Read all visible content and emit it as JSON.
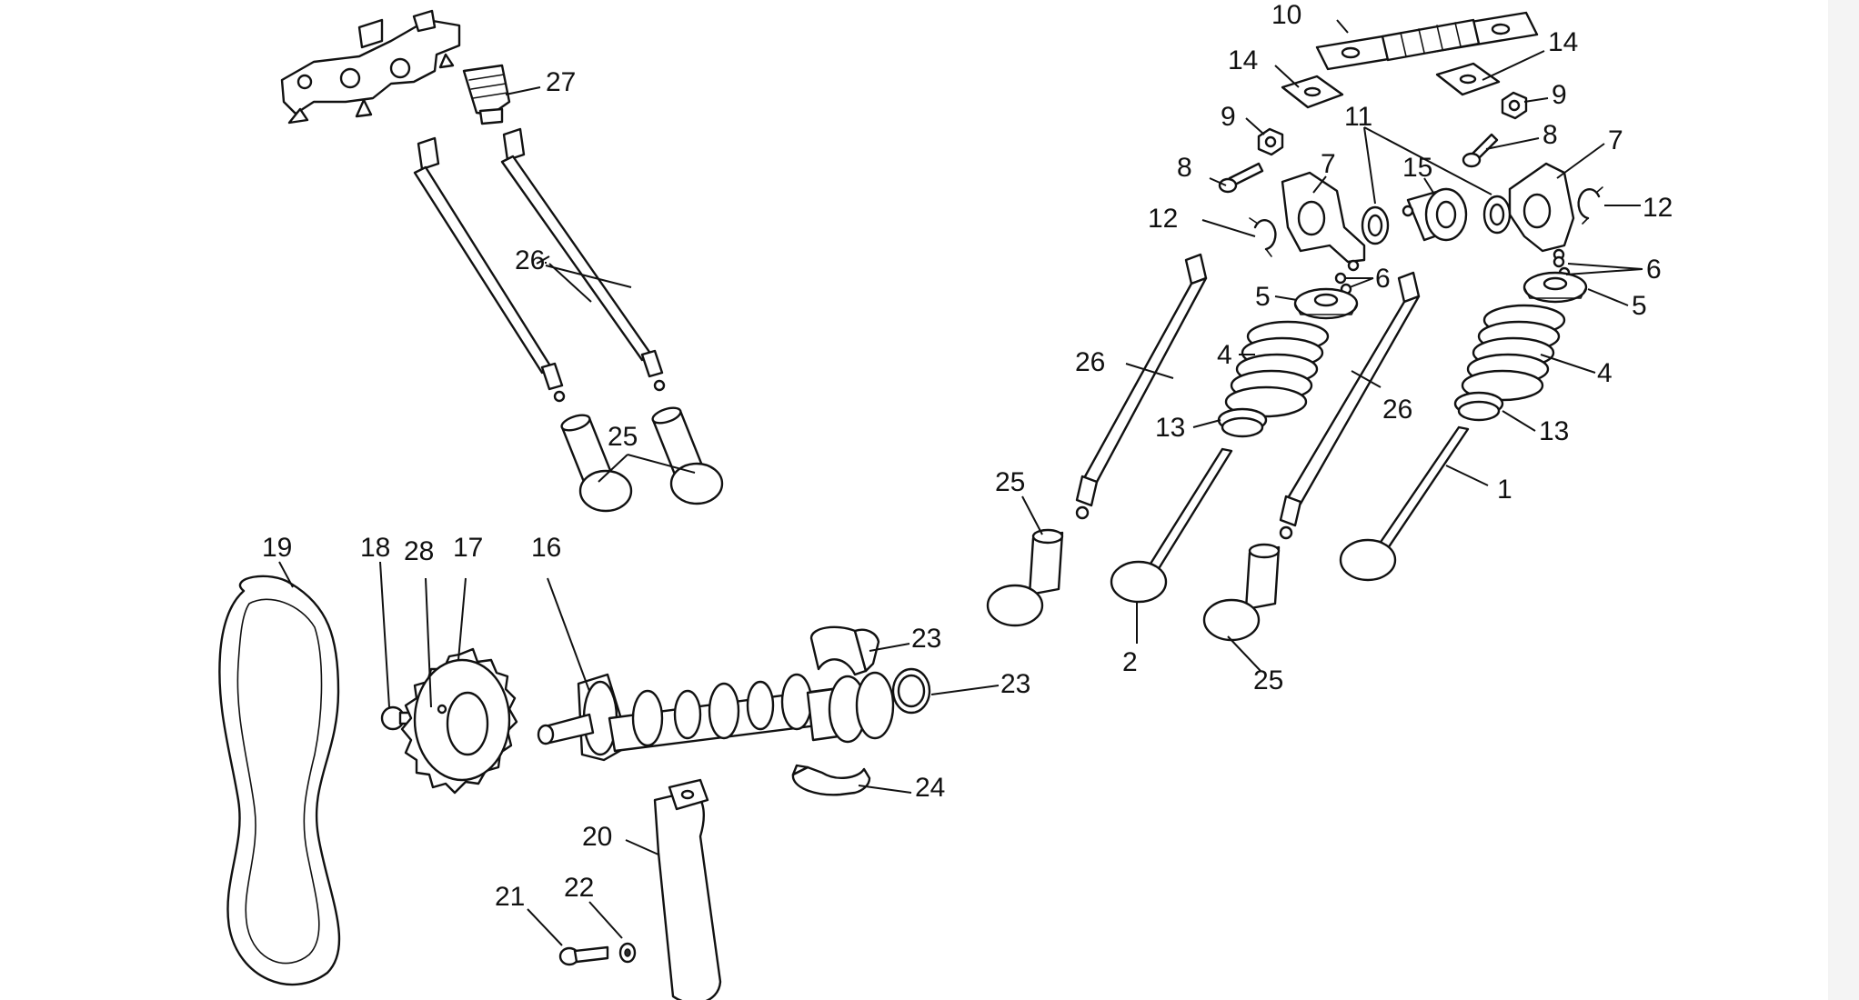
{
  "callouts": [
    {
      "id": "c10a",
      "text": "10"
    },
    {
      "id": "c14a",
      "text": "14"
    },
    {
      "id": "c14b",
      "text": "14"
    },
    {
      "id": "c9a",
      "text": "9"
    },
    {
      "id": "c9b",
      "text": "9"
    },
    {
      "id": "c8a",
      "text": "8"
    },
    {
      "id": "c8b",
      "text": "8"
    },
    {
      "id": "c11a",
      "text": "11"
    },
    {
      "id": "c7a",
      "text": "7"
    },
    {
      "id": "c7b",
      "text": "7"
    },
    {
      "id": "c15a",
      "text": "15"
    },
    {
      "id": "c12a",
      "text": "12"
    },
    {
      "id": "c12b",
      "text": "12"
    },
    {
      "id": "c6a",
      "text": "6"
    },
    {
      "id": "c6b",
      "text": "6"
    },
    {
      "id": "c5a",
      "text": "5"
    },
    {
      "id": "c5b",
      "text": "5"
    },
    {
      "id": "c4a",
      "text": "4"
    },
    {
      "id": "c4b",
      "text": "4"
    },
    {
      "id": "c26a",
      "text": "26"
    },
    {
      "id": "c26b",
      "text": "26"
    },
    {
      "id": "c26c",
      "text": "26"
    },
    {
      "id": "c13a",
      "text": "13"
    },
    {
      "id": "c13b",
      "text": "13"
    },
    {
      "id": "c1a",
      "text": "1"
    },
    {
      "id": "c2a",
      "text": "2"
    },
    {
      "id": "c25a",
      "text": "25"
    },
    {
      "id": "c25b",
      "text": "25"
    },
    {
      "id": "c25c",
      "text": "25"
    },
    {
      "id": "c27a",
      "text": "27"
    },
    {
      "id": "c19a",
      "text": "19"
    },
    {
      "id": "c18a",
      "text": "18"
    },
    {
      "id": "c28a",
      "text": "28"
    },
    {
      "id": "c17a",
      "text": "17"
    },
    {
      "id": "c16a",
      "text": "16"
    },
    {
      "id": "c23a",
      "text": "23"
    },
    {
      "id": "c23b",
      "text": "23"
    },
    {
      "id": "c24a",
      "text": "24"
    },
    {
      "id": "c20a",
      "text": "20"
    },
    {
      "id": "c21a",
      "text": "21"
    },
    {
      "id": "c22a",
      "text": "22"
    }
  ]
}
